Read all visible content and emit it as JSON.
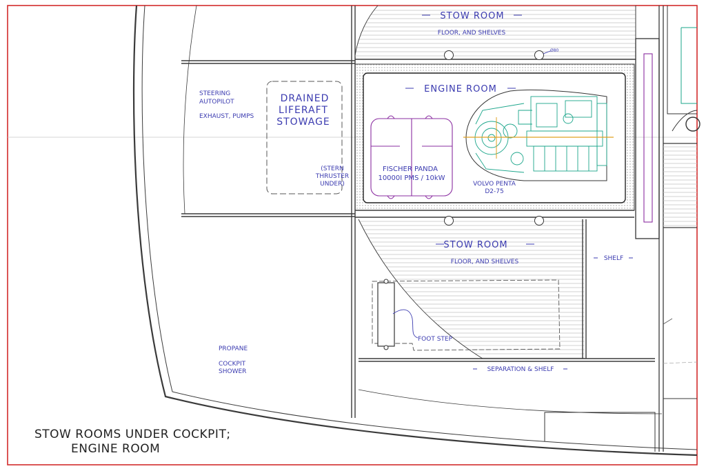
{
  "labels": {
    "stow_room_top": "STOW ROOM",
    "floor_shelves_top": "FLOOR, AND SHELVES",
    "dim_hole": "Ø80",
    "steering": "STEERING",
    "autopilot": "AUTOPILOT",
    "exhaust_pumps": "EXHAUST, PUMPS",
    "liferaft_1": "DRAINED",
    "liferaft_2": "LIFERAFT",
    "liferaft_3": "STOWAGE",
    "engine_room": "ENGINE ROOM",
    "thruster_1": "(STERN",
    "thruster_2": "THRUSTER",
    "thruster_3": "UNDER)",
    "fischer_1": "FISCHER PANDA",
    "fischer_2": "10000I PMS / 10kW",
    "volvo_1": "VOLVO PENTA",
    "volvo_2": "D2-75",
    "stow_room_bottom": "STOW ROOM",
    "floor_shelves_bottom": "FLOOR, AND SHELVES",
    "shelf": "SHELF",
    "foot_step": "FOOT STEP",
    "propane": "PROPANE",
    "cockpit_shower_1": "COCKPIT",
    "cockpit_shower_2": "SHOWER",
    "separation_shelf": "SEPARATION & SHELF",
    "caption_1": "STOW ROOMS UNDER COCKPIT;",
    "caption_2": "ENGINE ROOM"
  },
  "colors": {
    "label": "#3b3bb0",
    "generator": "#8a2ca0",
    "engine": "#1aa58a",
    "frame": "#d22b2b",
    "shaft": "#e0a020"
  }
}
